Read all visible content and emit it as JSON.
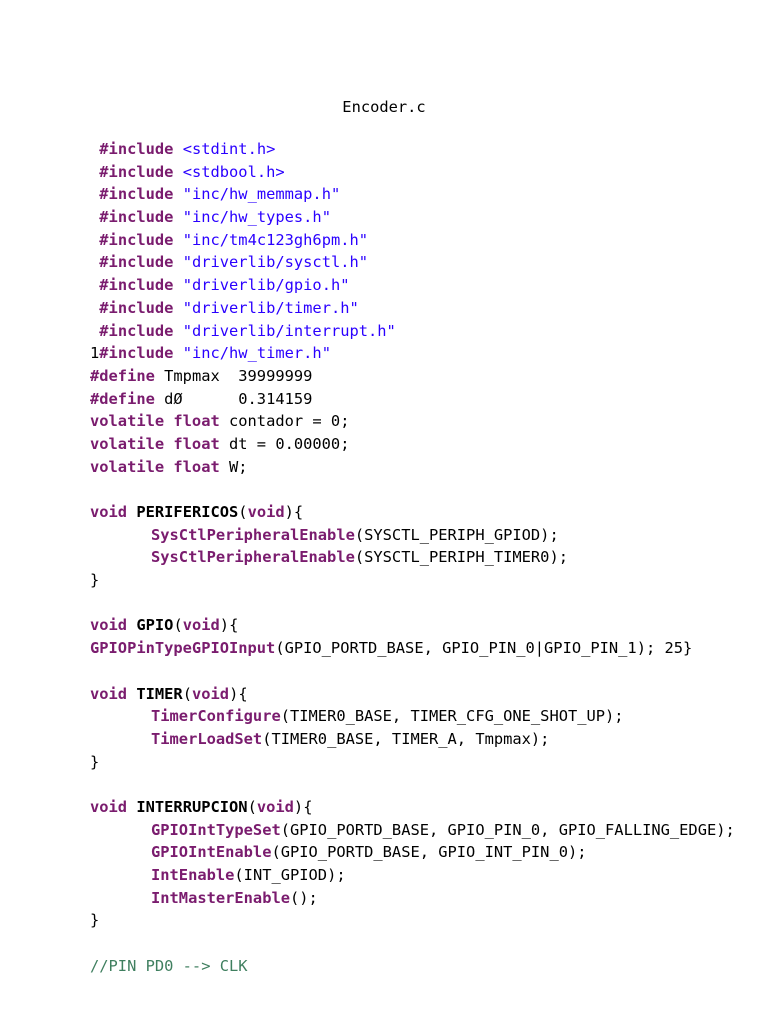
{
  "document": {
    "title": "Encoder.c"
  },
  "code": {
    "includes": [
      {
        "kw": "#include",
        "arg": "<stdint.h>",
        "prefix": " "
      },
      {
        "kw": "#include",
        "arg": "<stdbool.h>",
        "prefix": " "
      },
      {
        "kw": "#include",
        "arg": "\"inc/hw_memmap.h\"",
        "prefix": " "
      },
      {
        "kw": "#include",
        "arg": "\"inc/hw_types.h\"",
        "prefix": " "
      },
      {
        "kw": "#include",
        "arg": "\"inc/tm4c123gh6pm.h\"",
        "prefix": " "
      },
      {
        "kw": "#include",
        "arg": "\"driverlib/sysctl.h\"",
        "prefix": " "
      },
      {
        "kw": "#include",
        "arg": "\"driverlib/gpio.h\"",
        "prefix": " "
      },
      {
        "kw": "#include",
        "arg": "\"driverlib/timer.h\"",
        "prefix": " "
      },
      {
        "kw": "#include",
        "arg": "\"driverlib/interrupt.h\"",
        "prefix": " "
      },
      {
        "kw": "#include",
        "arg": "\"inc/hw_timer.h\"",
        "prefix": "1"
      }
    ],
    "defines": [
      {
        "kw": "#define",
        "rest": " Tmpmax  39999999"
      },
      {
        "kw": "#define",
        "rest": " dØ      0.314159"
      }
    ],
    "vars": [
      {
        "kw": "volatile float",
        "rest": " contador = 0;"
      },
      {
        "kw": "volatile float",
        "rest": " dt = 0.00000;"
      },
      {
        "kw": "volatile float",
        "rest": " W;"
      }
    ],
    "perifericos": {
      "kw": "void",
      "name": "PERIFERICOS",
      "param_kw": "void",
      "open": "){",
      "calls": [
        {
          "fn": "SysCtlPeripheralEnable",
          "args": "(SYSCTL_PERIPH_GPIOD);"
        },
        {
          "fn": "SysCtlPeripheralEnable",
          "args": "(SYSCTL_PERIPH_TIMER0);"
        }
      ],
      "close": "}"
    },
    "gpio": {
      "kw": "void",
      "name": "GPIO",
      "param_kw": "void",
      "open": "){",
      "call_fn": "GPIOPinTypeGPIOInput",
      "call_args": "(GPIO_PORTD_BASE, GPIO_PIN_0|GPIO_PIN_1); 25}"
    },
    "timer": {
      "kw": "void",
      "name": "TIMER",
      "param_kw": "void",
      "open": "){",
      "calls": [
        {
          "fn": "TimerConfigure",
          "args": "(TIMER0_BASE, TIMER_CFG_ONE_SHOT_UP);"
        },
        {
          "fn": "TimerLoadSet",
          "args": "(TIMER0_BASE, TIMER_A, Tmpmax);"
        }
      ],
      "close": "}"
    },
    "interrupcion": {
      "kw": "void",
      "name": "INTERRUPCION",
      "param_kw": "void",
      "open": "){",
      "calls": [
        {
          "fn": "GPIOIntTypeSet",
          "args": "(GPIO_PORTD_BASE, GPIO_PIN_0, GPIO_FALLING_EDGE);"
        },
        {
          "fn": "GPIOIntEnable",
          "args": "(GPIO_PORTD_BASE, GPIO_INT_PIN_0);"
        },
        {
          "fn": "IntEnable",
          "args": "(INT_GPIOD);"
        },
        {
          "fn": "IntMasterEnable",
          "args": "();"
        }
      ],
      "close": "}"
    },
    "comment": "//PIN PD0 --> CLK"
  },
  "colors": {
    "keyword": "#7a1c6e",
    "string": "#2a00ff",
    "comment": "#3f7f5f"
  }
}
